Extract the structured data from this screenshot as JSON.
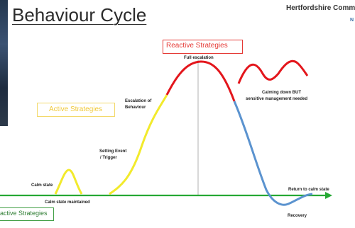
{
  "title": "Behaviour Cycle",
  "organisation": "Hertfordshire Comm",
  "organisation_sub": "N",
  "boxes": {
    "reactive": "Reactive Strategies",
    "active": "Active Strategies",
    "proactive": "active Strategies"
  },
  "labels": {
    "full_escalation": "Full escalation",
    "escalation_line1": "Escalation of",
    "escalation_line2": "Behaviour",
    "calming_line1": "Calming down BUT",
    "calming_line2": "sensitive management needed",
    "setting_line1": "Setting Event",
    "setting_line2": "/ Trigger",
    "calm_state": "Calm state",
    "calm_maintained": "Calm state maintained",
    "return_calm": "Return to calm state",
    "recovery": "Recovery"
  },
  "colors": {
    "baseline": "#26a834",
    "yellow": "#f2ea2c",
    "red": "#e3161c",
    "blue": "#5b93cf",
    "divider": "#9e9e9e"
  }
}
